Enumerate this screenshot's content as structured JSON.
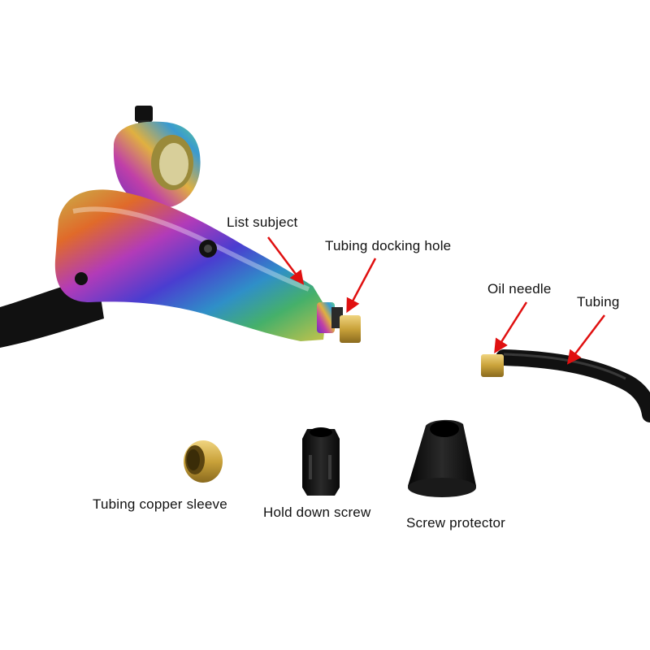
{
  "labels": {
    "list_subject": "List subject",
    "tubing_docking_hole": "Tubing docking hole",
    "oil_needle": "Oil needle",
    "tubing": "Tubing",
    "tubing_copper_sleeve": "Tubing copper sleeve",
    "hold_down_screw": "Hold down screw",
    "screw_protector": "Screw protector"
  },
  "colors": {
    "background": "#ffffff",
    "arrow": "#e01010",
    "brass": "#c9a23a",
    "black_part": "#141414"
  }
}
